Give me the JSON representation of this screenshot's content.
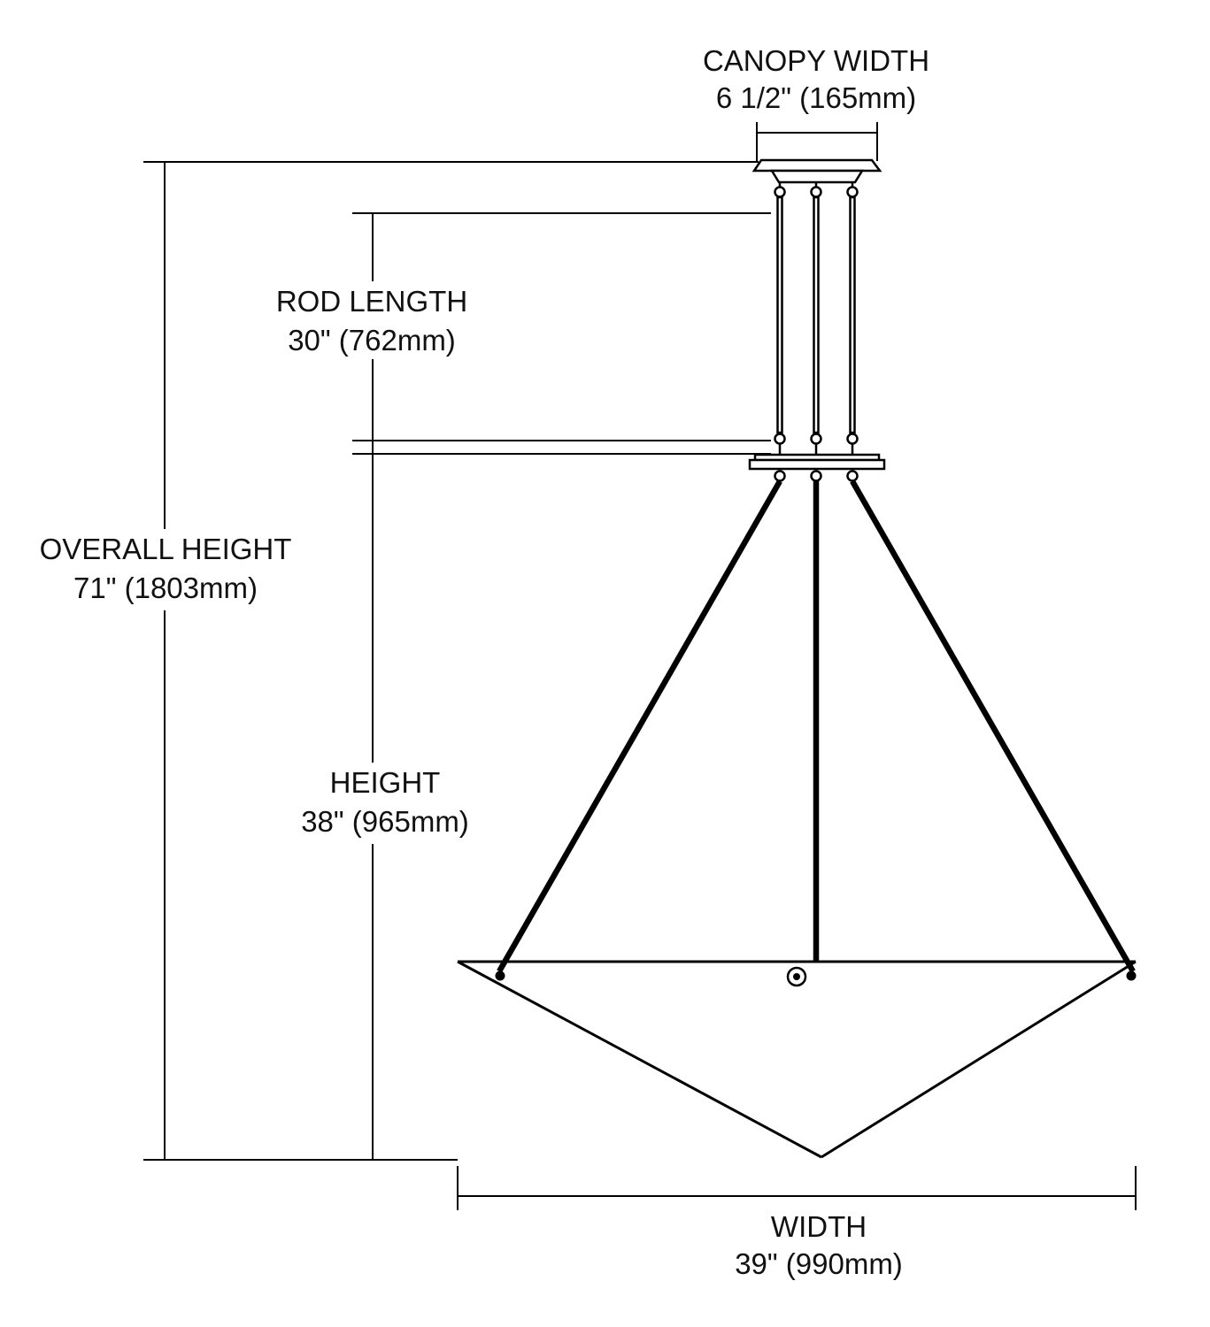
{
  "page": {
    "title": "Pendant Fixture Dimension Diagram",
    "background": "#ffffff"
  },
  "diagram": {
    "type": "lighting-fixture-dimension-drawing",
    "colors": {
      "line": "#000000",
      "text": "#111111",
      "background": "#ffffff"
    },
    "labels": {
      "canopy_width": {
        "name": "CANOPY WIDTH",
        "value": "6 1/2\" (165mm)"
      },
      "rod_length": {
        "name": "ROD LENGTH",
        "value": "30\" (762mm)"
      },
      "overall_height": {
        "name": "OVERALL HEIGHT",
        "value": "71\" (1803mm)"
      },
      "height": {
        "name": "HEIGHT",
        "value": "38\" (965mm)"
      },
      "width": {
        "name": "WIDTH",
        "value": "39\" (990mm)"
      }
    }
  }
}
